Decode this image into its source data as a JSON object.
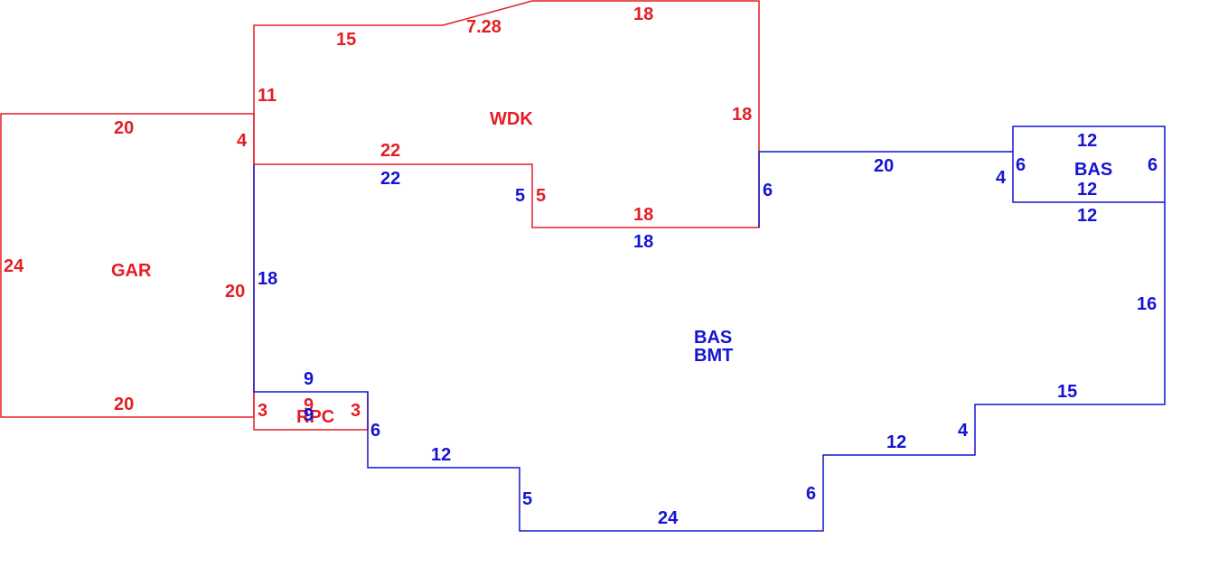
{
  "colors": {
    "red": "#e31e24",
    "blue": "#1414d2"
  },
  "areas": [
    {
      "id": "wdk",
      "label": "WDK",
      "color": "red"
    },
    {
      "id": "gar",
      "label": "GAR",
      "color": "red"
    },
    {
      "id": "rpc",
      "label": "RPC",
      "color": "red"
    },
    {
      "id": "bas-main",
      "label_line1": "BAS",
      "label_line2": "BMT",
      "color": "blue"
    },
    {
      "id": "bas-small",
      "label": "BAS",
      "color": "blue"
    }
  ],
  "dimensions": {
    "wdk": [
      "15",
      "7.28",
      "18",
      "11",
      "18",
      "22",
      "5",
      "18",
      "4"
    ],
    "gar": [
      "20",
      "24",
      "20",
      "20"
    ],
    "rpc": [
      "9",
      "3",
      "3"
    ],
    "bas_main": [
      "22",
      "5",
      "18",
      "6",
      "20",
      "4",
      "12",
      "16",
      "15",
      "4",
      "12",
      "6",
      "24",
      "5",
      "12",
      "6",
      "9",
      "18",
      "9"
    ],
    "bas_small": [
      "12",
      "6",
      "6",
      "12"
    ]
  }
}
